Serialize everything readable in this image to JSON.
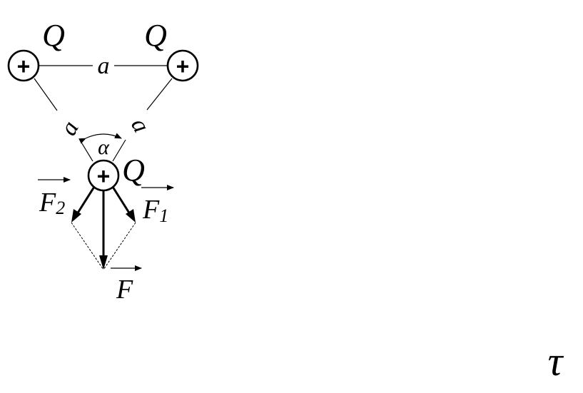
{
  "diagram": {
    "charges": {
      "top_left": {
        "label": "Q",
        "sign": "+"
      },
      "top_right": {
        "label": "Q",
        "sign": "+"
      },
      "bottom": {
        "label": "Q",
        "sign": "+"
      }
    },
    "sides": {
      "top": "a",
      "left": "a",
      "right": "a"
    },
    "angle_label": "α",
    "forces": {
      "f1": {
        "symbol": "F",
        "subscript": "1"
      },
      "f2": {
        "symbol": "F",
        "subscript": "2"
      },
      "resultant": {
        "symbol": "F"
      }
    },
    "corner_mark": "τ"
  }
}
